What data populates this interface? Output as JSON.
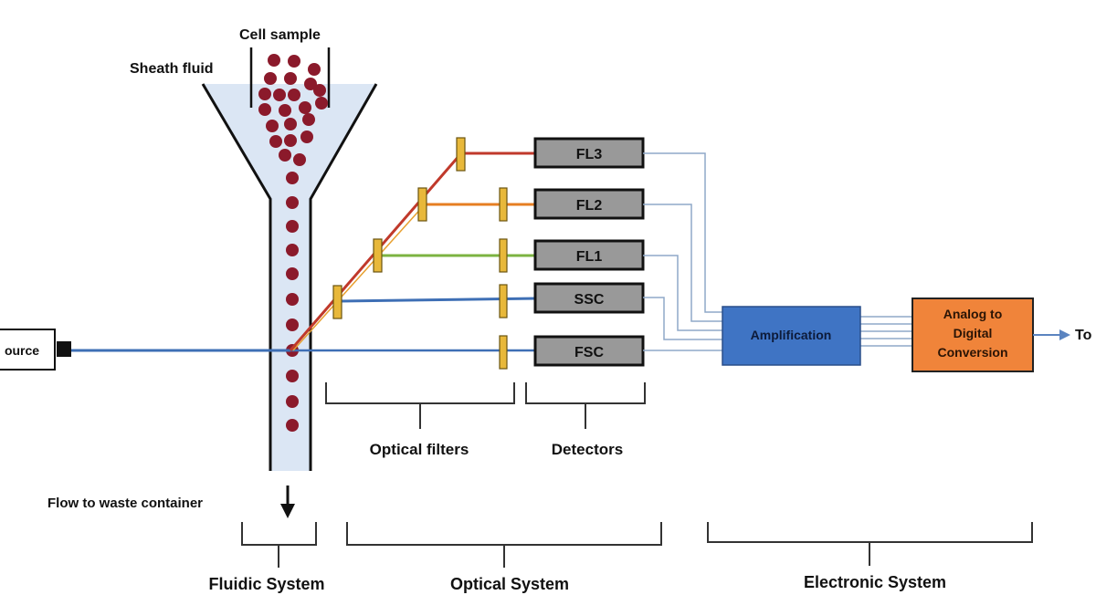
{
  "labels": {
    "cell_sample": "Cell sample",
    "sheath_fluid": "Sheath fluid",
    "source": "ource",
    "flow_to_waste": "Flow to waste container",
    "optical_filters": "Optical filters",
    "detectors": "Detectors",
    "fluidic_system": "Fluidic System",
    "optical_system": "Optical  System",
    "electronic_system": "Electronic  System",
    "output_arrow_text": "To"
  },
  "detectors": [
    {
      "label": "FL3",
      "beam_color": "#c0392b"
    },
    {
      "label": "FL2",
      "beam_color": "#e67e22"
    },
    {
      "label": "FL1",
      "beam_color": "#7cb342"
    },
    {
      "label": "SSC",
      "beam_color": "#3e6fb5"
    },
    {
      "label": "FSC",
      "beam_color": "#3e6fb5"
    }
  ],
  "amplification": {
    "label": "Amplification",
    "color": "#3f74c4"
  },
  "adc": {
    "line1": "Analog to",
    "line2": "Digital",
    "line3": "Conversion",
    "color": "#f0843a"
  },
  "colors": {
    "cell": "#8b1a2b",
    "channel_fill": "#dbe6f4",
    "laser": "#3e6fb5",
    "filter": "#e8b83a",
    "detector_fill": "#999999",
    "wire": "#8fa9c8"
  }
}
